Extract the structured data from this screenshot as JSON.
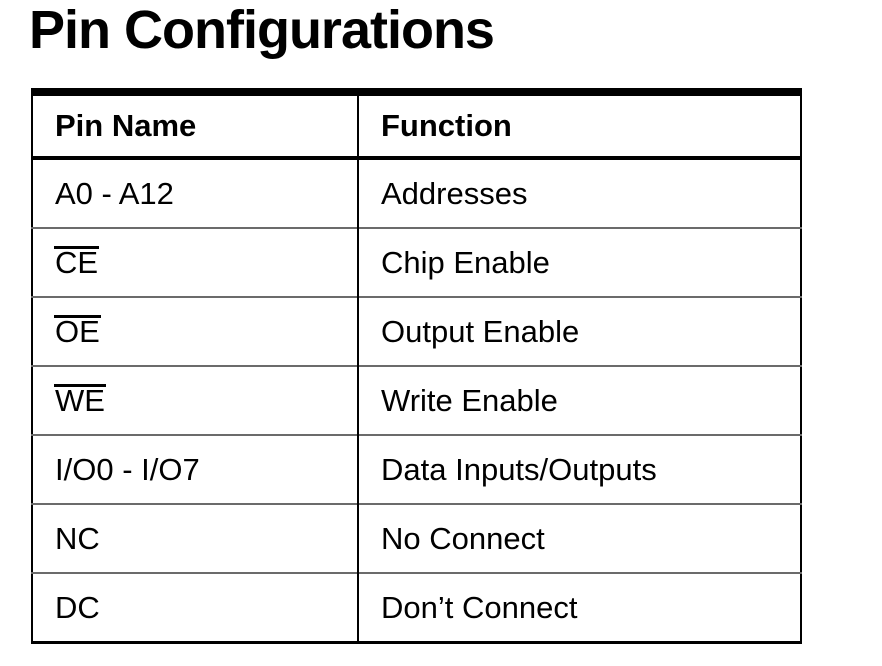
{
  "title": "Pin Configurations",
  "table": {
    "headers": {
      "pin": "Pin Name",
      "function": "Function"
    },
    "rows": [
      {
        "pin": "A0 - A12",
        "overline": false,
        "function": "Addresses"
      },
      {
        "pin": "CE",
        "overline": true,
        "function": "Chip Enable"
      },
      {
        "pin": "OE",
        "overline": true,
        "function": "Output Enable"
      },
      {
        "pin": "WE",
        "overline": true,
        "function": "Write Enable"
      },
      {
        "pin": "I/O0 - I/O7",
        "overline": false,
        "function": "Data Inputs/Outputs"
      },
      {
        "pin": "NC",
        "overline": false,
        "function": "No Connect"
      },
      {
        "pin": "DC",
        "overline": false,
        "function": "Don’t Connect"
      }
    ]
  },
  "colors": {
    "text": "#000000",
    "background": "#ffffff",
    "heavy_rule": "#000000",
    "row_rule": "#6b6b6b"
  }
}
